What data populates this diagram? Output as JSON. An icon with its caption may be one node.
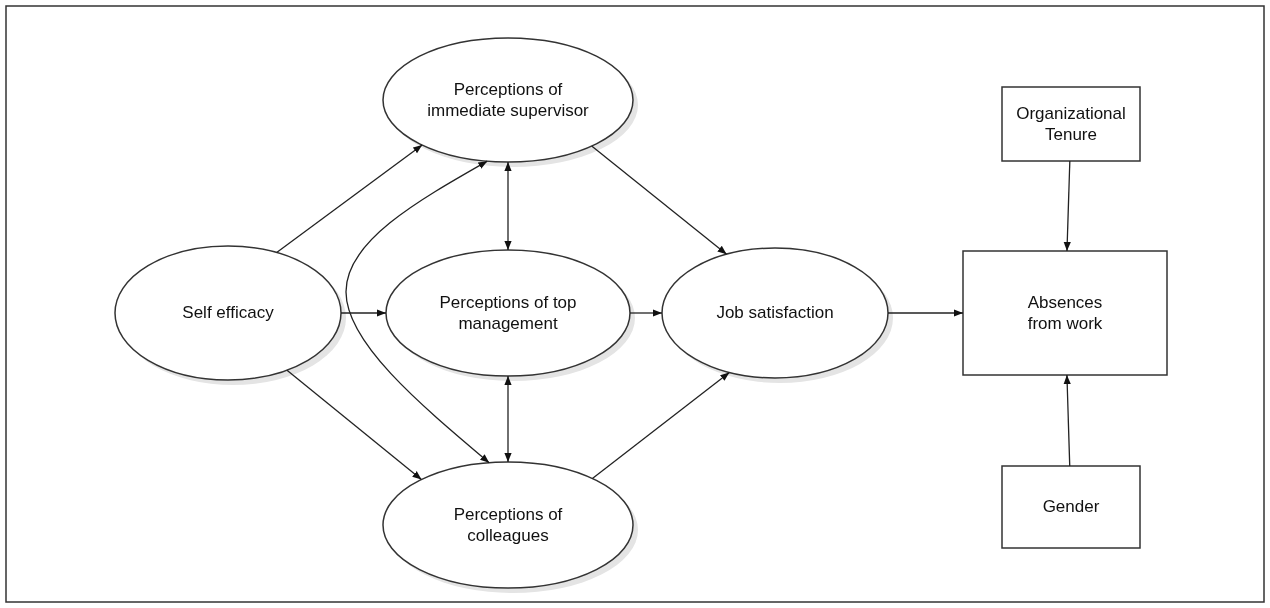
{
  "diagram": {
    "nodes": [
      {
        "text": [
          "Self efficacy"
        ]
      },
      {
        "text": [
          "Perceptions of immediate supervisor"
        ]
      },
      {
        "text": [
          "Perceptions of top management"
        ]
      },
      {
        "text": [
          "Job satisfaction"
        ]
      },
      {
        "text": [
          "Perceptions of colleagues"
        ]
      },
      {
        "text": [
          "Organizational Tenure"
        ]
      },
      {
        "text": [
          "Absences from work"
        ]
      },
      {
        "text": [
          "Gender"
        ]
      }
    ],
    "edges": [
      {
        "from": 0,
        "to": 1,
        "arrow": "to"
      },
      {
        "from": 0,
        "to": 2,
        "arrow": "to"
      },
      {
        "from": 0,
        "to": 4,
        "arrow": "to"
      },
      {
        "from": 1,
        "to": 4,
        "arrow": "both"
      },
      {
        "from": 1,
        "to": 2,
        "arrow": "both"
      },
      {
        "from": 2,
        "to": 4,
        "arrow": "both"
      },
      {
        "from": 1,
        "to": 3,
        "arrow": "to"
      },
      {
        "from": 2,
        "to": 3,
        "arrow": "to"
      },
      {
        "from": 4,
        "to": 3,
        "arrow": "to"
      },
      {
        "from": 3,
        "to": 6,
        "arrow": "to"
      },
      {
        "from": 5,
        "to": 6,
        "arrow": "to"
      },
      {
        "from": 7,
        "to": 6,
        "arrow": "to"
      }
    ]
  }
}
